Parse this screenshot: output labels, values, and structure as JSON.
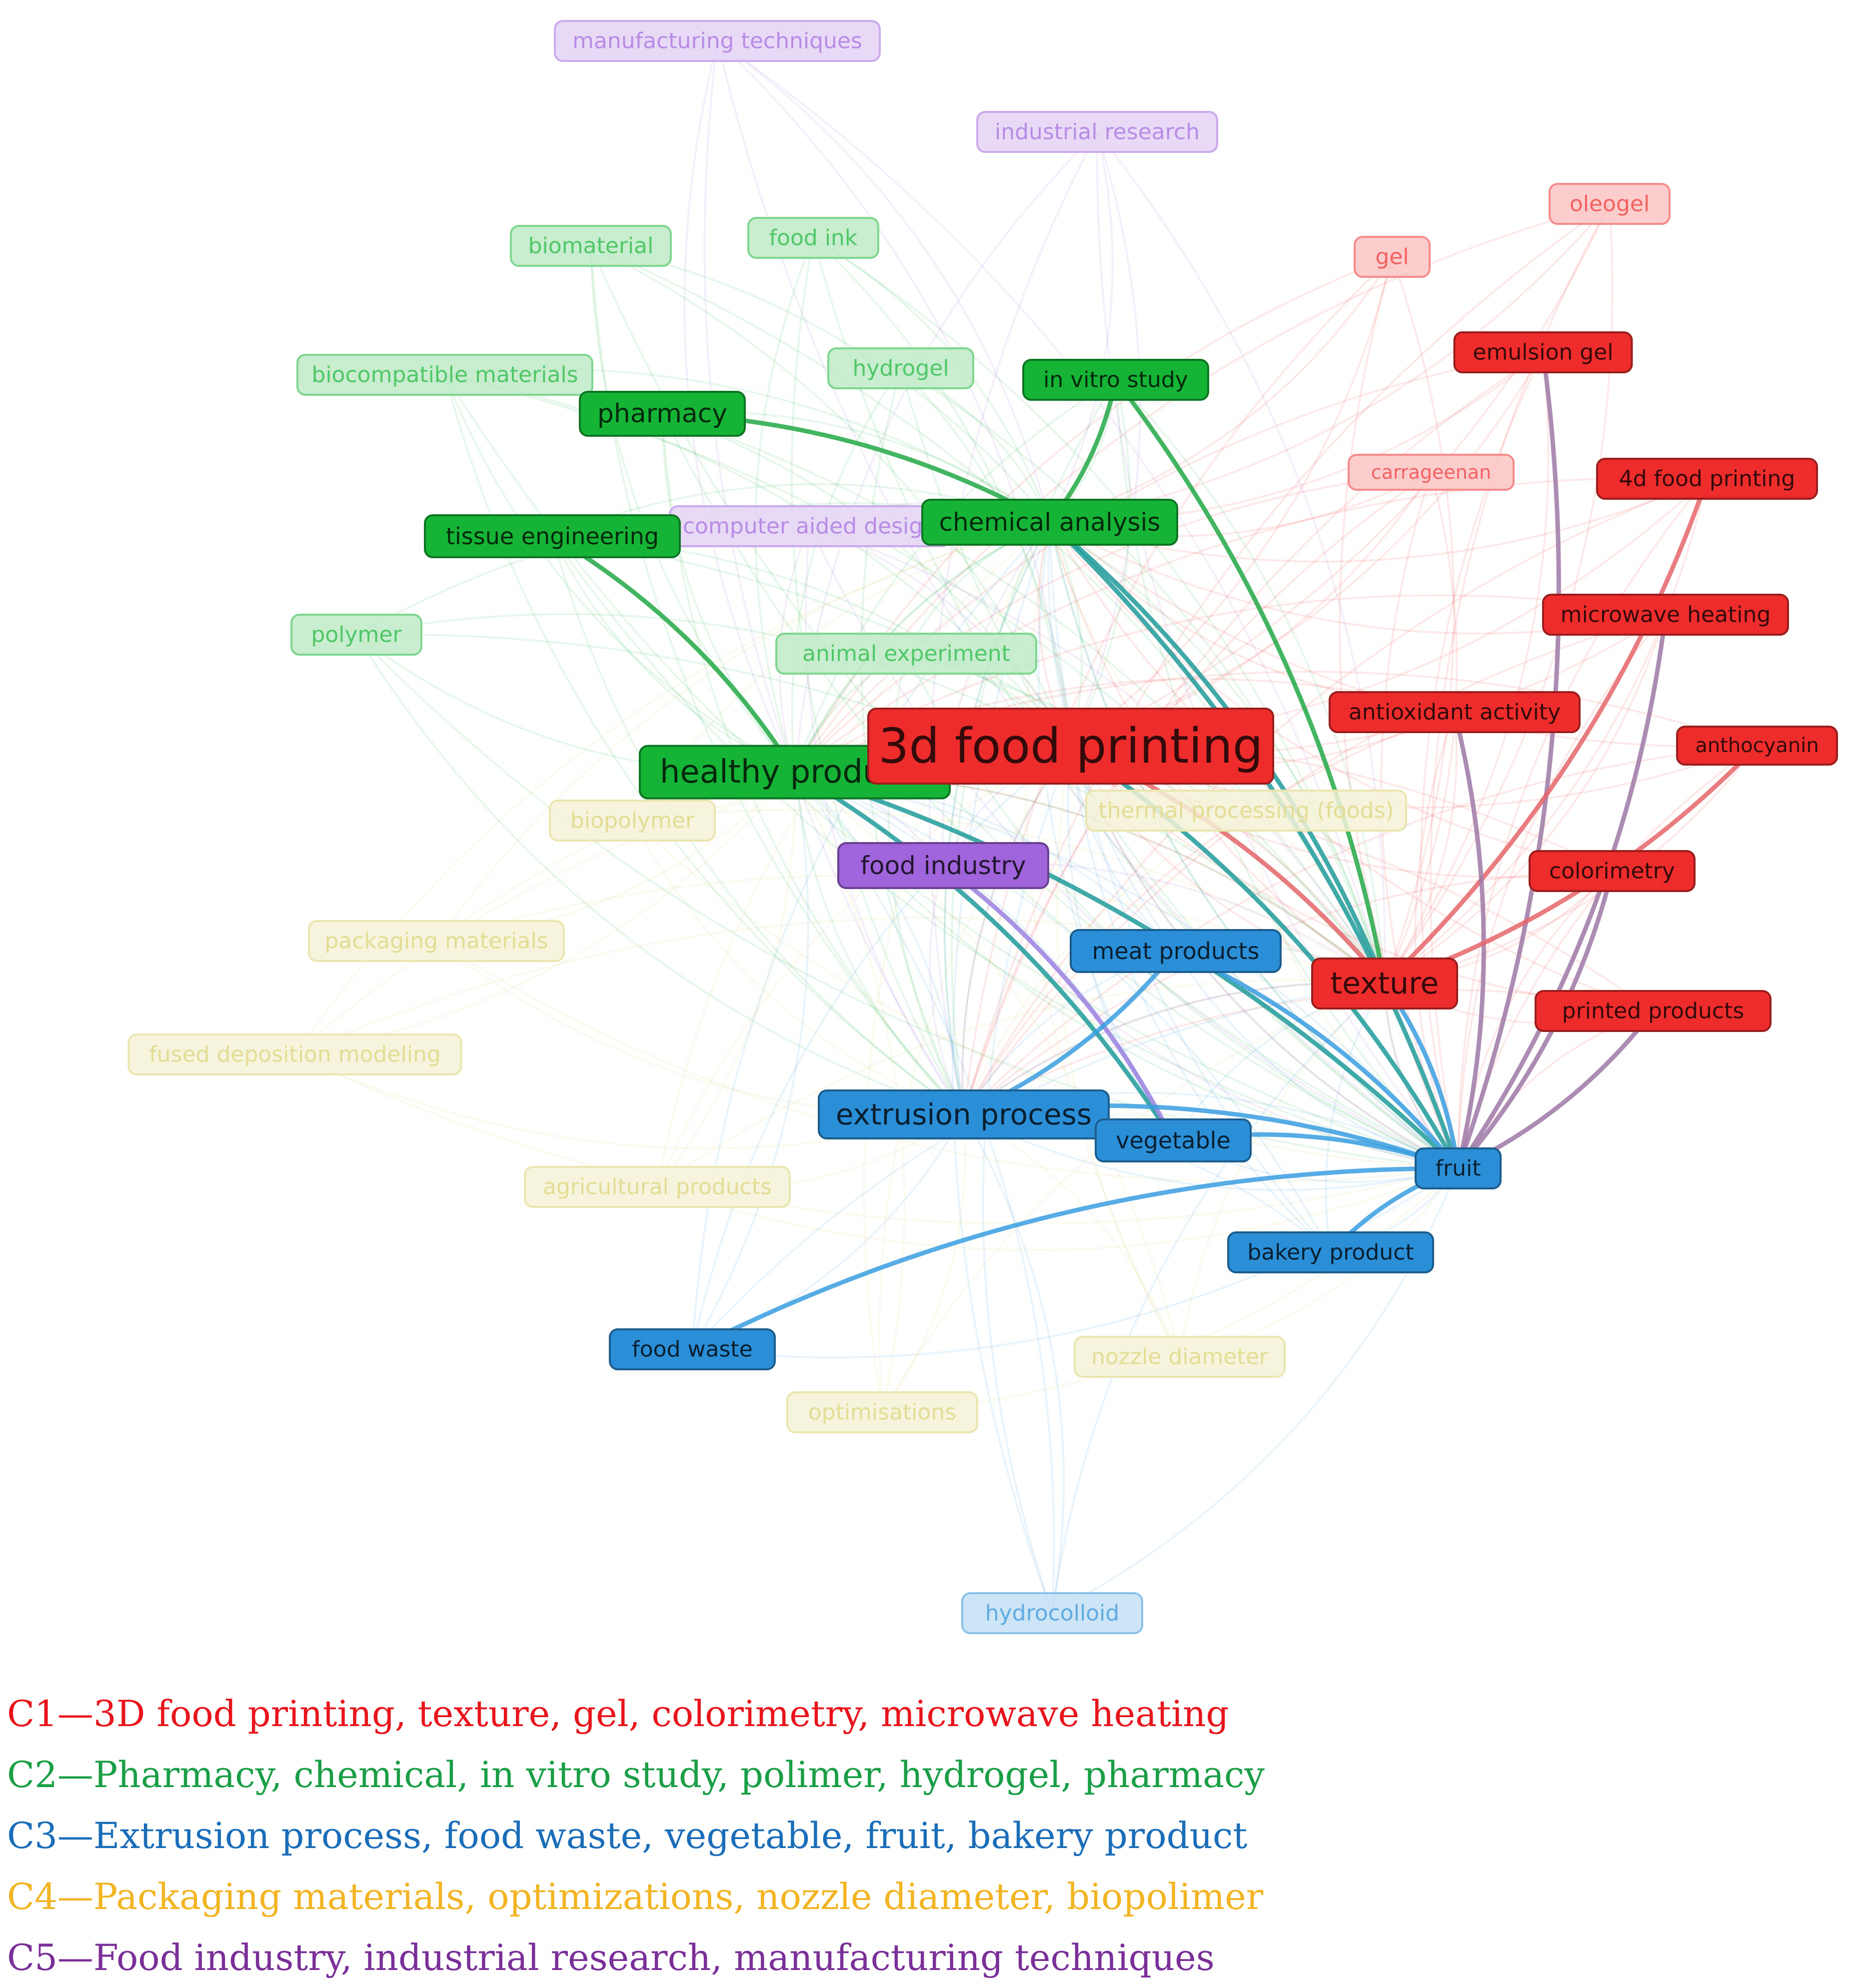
{
  "colors": {
    "red": "#ee2c2c",
    "green": "#16b436",
    "blue": "#2b8fd8",
    "yellow": "#d9d270",
    "purple": "#a064dc"
  },
  "nodes": [
    {
      "id": "manufacturing-techniques",
      "label": "manufacturing techniques",
      "cluster": "purple",
      "faded": true
    },
    {
      "id": "industrial-research",
      "label": "industrial research",
      "cluster": "purple",
      "faded": true
    },
    {
      "id": "oleogel",
      "label": "oleogel",
      "cluster": "red",
      "faded": true
    },
    {
      "id": "gel",
      "label": "gel",
      "cluster": "red",
      "faded": true
    },
    {
      "id": "biomaterial",
      "label": "biomaterial",
      "cluster": "green",
      "faded": true
    },
    {
      "id": "food-ink",
      "label": "food ink",
      "cluster": "green",
      "faded": true
    },
    {
      "id": "emulsion-gel",
      "label": "emulsion gel",
      "cluster": "red",
      "faded": false
    },
    {
      "id": "biocompatible-materials",
      "label": "biocompatible materials",
      "cluster": "green",
      "faded": true
    },
    {
      "id": "hydrogel",
      "label": "hydrogel",
      "cluster": "green",
      "faded": true
    },
    {
      "id": "in-vitro-study",
      "label": "in vitro study",
      "cluster": "green",
      "faded": false
    },
    {
      "id": "pharmacy",
      "label": "pharmacy",
      "cluster": "green",
      "faded": false
    },
    {
      "id": "carrageenan",
      "label": "carrageenan",
      "cluster": "red",
      "faded": true
    },
    {
      "id": "4d-food-printing",
      "label": "4d food printing",
      "cluster": "red",
      "faded": false
    },
    {
      "id": "computer-aided-design",
      "label": "computer aided design",
      "cluster": "purple",
      "faded": true
    },
    {
      "id": "chemical-analysis",
      "label": "chemical analysis",
      "cluster": "green",
      "faded": false
    },
    {
      "id": "tissue-engineering",
      "label": "tissue engineering",
      "cluster": "green",
      "faded": false
    },
    {
      "id": "microwave-heating",
      "label": "microwave heating",
      "cluster": "red",
      "faded": false
    },
    {
      "id": "polymer",
      "label": "polymer",
      "cluster": "green",
      "faded": true
    },
    {
      "id": "animal-experiment",
      "label": "animal experiment",
      "cluster": "green",
      "faded": true
    },
    {
      "id": "antioxidant-activity",
      "label": "antioxidant activity",
      "cluster": "red",
      "faded": false
    },
    {
      "id": "anthocyanin",
      "label": "anthocyanin",
      "cluster": "red",
      "faded": false
    },
    {
      "id": "healthy-products",
      "label": "healthy products",
      "cluster": "green",
      "faded": false
    },
    {
      "id": "thermal-processing",
      "label": "thermal processing (foods)",
      "cluster": "yellow",
      "faded": true
    },
    {
      "id": "biopolymer",
      "label": "biopolymer",
      "cluster": "yellow",
      "faded": true
    },
    {
      "id": "3d-food-printing",
      "label": "3d food printing",
      "cluster": "red",
      "faded": false
    },
    {
      "id": "food-industry",
      "label": "food industry",
      "cluster": "purple",
      "faded": false
    },
    {
      "id": "colorimetry",
      "label": "colorimetry",
      "cluster": "red",
      "faded": false
    },
    {
      "id": "packaging-materials",
      "label": "packaging materials",
      "cluster": "yellow",
      "faded": true
    },
    {
      "id": "meat-products",
      "label": "meat products",
      "cluster": "blue",
      "faded": false
    },
    {
      "id": "texture",
      "label": "texture",
      "cluster": "red",
      "faded": false
    },
    {
      "id": "printed-products",
      "label": "printed products",
      "cluster": "red",
      "faded": false
    },
    {
      "id": "fused-deposition-modeling",
      "label": "fused deposition modeling",
      "cluster": "yellow",
      "faded": true
    },
    {
      "id": "extrusion-process",
      "label": "extrusion process",
      "cluster": "blue",
      "faded": false
    },
    {
      "id": "vegetable",
      "label": "vegetable",
      "cluster": "blue",
      "faded": false
    },
    {
      "id": "fruit",
      "label": "fruit",
      "cluster": "blue",
      "faded": false
    },
    {
      "id": "agricultural-products",
      "label": "agricultural products",
      "cluster": "yellow",
      "faded": true
    },
    {
      "id": "bakery-product",
      "label": "bakery product",
      "cluster": "blue",
      "faded": false
    },
    {
      "id": "food-waste",
      "label": "food waste",
      "cluster": "blue",
      "faded": false
    },
    {
      "id": "nozzle-diameter",
      "label": "nozzle diameter",
      "cluster": "yellow",
      "faded": true
    },
    {
      "id": "optimisations",
      "label": "optimisations",
      "cluster": "yellow",
      "faded": true
    },
    {
      "id": "hydrocolloid",
      "label": "hydrocolloid",
      "cluster": "blue",
      "faded": true
    }
  ],
  "links": [
    {
      "source": "pharmacy",
      "target": "chemical-analysis",
      "color": "green"
    },
    {
      "source": "in-vitro-study",
      "target": "chemical-analysis",
      "color": "green"
    },
    {
      "source": "in-vitro-study",
      "target": "texture",
      "color": "green"
    },
    {
      "source": "tissue-engineering",
      "target": "healthy-products",
      "color": "green"
    },
    {
      "source": "chemical-analysis",
      "target": "texture",
      "color": "teal"
    },
    {
      "source": "chemical-analysis",
      "target": "fruit",
      "color": "teal"
    },
    {
      "source": "healthy-products",
      "target": "fruit",
      "color": "teal"
    },
    {
      "source": "healthy-products",
      "target": "vegetable",
      "color": "teal"
    },
    {
      "source": "3d-food-printing",
      "target": "texture",
      "color": "red"
    },
    {
      "source": "3d-food-printing",
      "target": "fruit",
      "color": "teal"
    },
    {
      "source": "emulsion-gel",
      "target": "fruit",
      "color": "mixed"
    },
    {
      "source": "4d-food-printing",
      "target": "texture",
      "color": "red"
    },
    {
      "source": "microwave-heating",
      "target": "fruit",
      "color": "mixed"
    },
    {
      "source": "antioxidant-activity",
      "target": "fruit",
      "color": "mixed"
    },
    {
      "source": "anthocyanin",
      "target": "texture",
      "color": "red"
    },
    {
      "source": "colorimetry",
      "target": "fruit",
      "color": "mixed"
    },
    {
      "source": "printed-products",
      "target": "fruit",
      "color": "mixed"
    },
    {
      "source": "food-industry",
      "target": "vegetable",
      "color": "purple"
    },
    {
      "source": "meat-products",
      "target": "fruit",
      "color": "blue"
    },
    {
      "source": "meat-products",
      "target": "extrusion-process",
      "color": "blue"
    },
    {
      "source": "extrusion-process",
      "target": "fruit",
      "color": "blue"
    },
    {
      "source": "vegetable",
      "target": "fruit",
      "color": "blue"
    },
    {
      "source": "texture",
      "target": "fruit",
      "color": "blue"
    },
    {
      "source": "bakery-product",
      "target": "fruit",
      "color": "blue"
    },
    {
      "source": "food-waste",
      "target": "fruit",
      "color": "blue"
    }
  ],
  "legend": [
    {
      "text": "C1—3D food printing, texture, gel, colorimetry, microwave heating",
      "color": "#e8141c"
    },
    {
      "text": "C2—Pharmacy, chemical, in vitro study, polimer, hydrogel, pharmacy",
      "color": "#1a9e46"
    },
    {
      "text": "C3—Extrusion process, food waste, vegetable, fruit, bakery product",
      "color": "#1a6db8"
    },
    {
      "text": "C4—Packaging materials, optimizations, nozzle diameter, biopolimer",
      "color": "#f2b422"
    },
    {
      "text": "C5—Food industry, industrial research, manufacturing techniques",
      "color": "#7a2f98"
    }
  ]
}
